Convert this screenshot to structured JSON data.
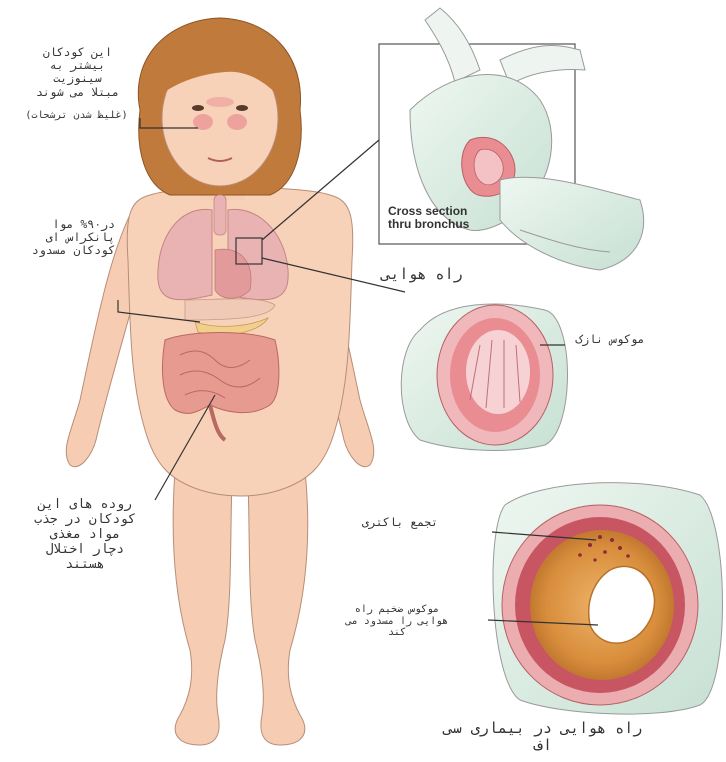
{
  "labels": {
    "sinus": "این کودکان\nبیشتر به\nسینوزیت\nمبتلا می شوند",
    "sinus_note": "(غلیظ شدن ترشحات)",
    "pancreas": "در۹۰% موا\nپانکراس ای\nکودکان مسدود",
    "intestine": "روده های این\nکودکان در جذب\nمواد مغذی\nدچار اختلال\nهستند",
    "airway": "راه هوایی",
    "thin_mucus": "موکوس نازک",
    "bacteria": "تجمع باکتری",
    "thick_mucus": "موکوس ضخیم راه\nهوایی را مسدود می\nکند",
    "cf_airway": "راه هوایی در بیماری سی\nاف",
    "cross_section": "Cross section\nthru bronchus"
  },
  "colors": {
    "skin": "#f8d2b8",
    "hair": "#c07a3c",
    "lung": "#eab3b3",
    "intestine": "#e79a8f",
    "pancreas": "#f2cf8c",
    "airway_green": "#d8ebe0",
    "mucosa_pink": "#e98d93",
    "thick_mucus": "#d88e3c"
  }
}
